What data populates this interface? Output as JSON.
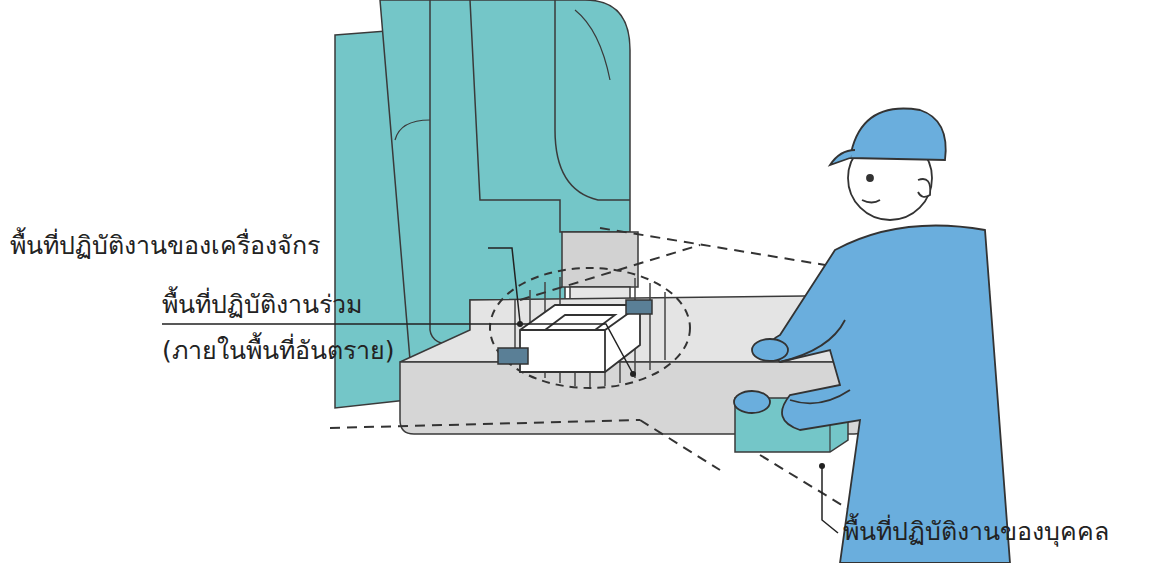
{
  "diagram": {
    "labels": [
      "พื้นที่ปฏิบัติงานของเครื่องจักร",
      "พื้นที่ปฏิบัติงานร่วม",
      "(ภายในพื้นที่อันตราย)",
      "พื้นที่ปฏิบัติงานของบุคคล"
    ]
  }
}
